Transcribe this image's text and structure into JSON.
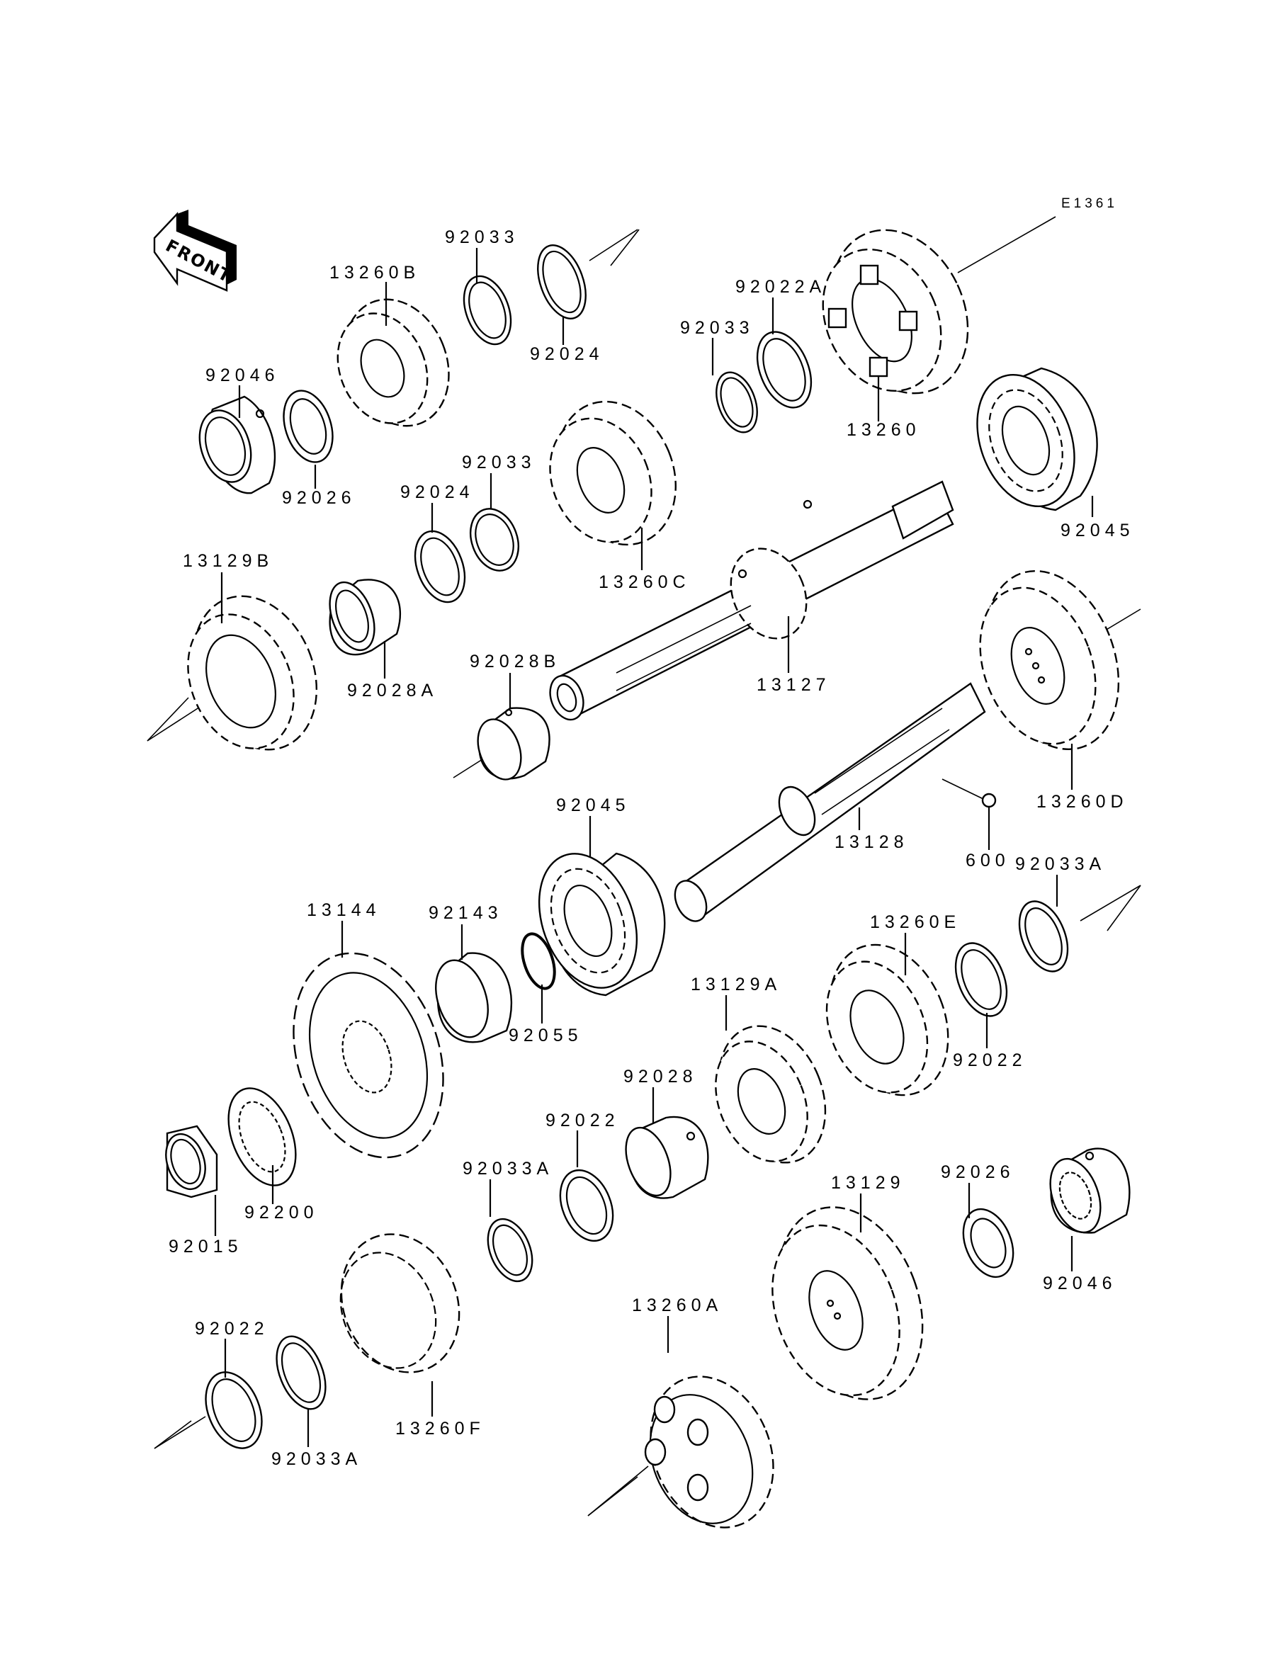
{
  "diagram": {
    "reference_code": "E1361",
    "front_indicator": "FRONT",
    "line_color": "#000000",
    "background_color": "#ffffff"
  },
  "callouts": [
    {
      "id": "c0",
      "label": "92033",
      "part": "circlip"
    },
    {
      "id": "c1",
      "label": "13260B",
      "part": "gear"
    },
    {
      "id": "c2",
      "label": "92024",
      "part": "washer"
    },
    {
      "id": "c3",
      "label": "92046",
      "part": "bushing"
    },
    {
      "id": "c4",
      "label": "92026",
      "part": "washer"
    },
    {
      "id": "c5",
      "label": "92022A",
      "part": "washer"
    },
    {
      "id": "c6",
      "label": "92033",
      "part": "circlip"
    },
    {
      "id": "c7",
      "label": "13260",
      "part": "gear"
    },
    {
      "id": "c8",
      "label": "92045",
      "part": "bearing"
    },
    {
      "id": "c9",
      "label": "92033",
      "part": "circlip"
    },
    {
      "id": "c10",
      "label": "92024",
      "part": "washer"
    },
    {
      "id": "c11",
      "label": "13260C",
      "part": "gear"
    },
    {
      "id": "c12",
      "label": "13129B",
      "part": "gear"
    },
    {
      "id": "c13",
      "label": "92028A",
      "part": "bushing"
    },
    {
      "id": "c14",
      "label": "92028B",
      "part": "bushing"
    },
    {
      "id": "c15",
      "label": "13127",
      "part": "shaft"
    },
    {
      "id": "c16",
      "label": "13260D",
      "part": "gear"
    },
    {
      "id": "c17",
      "label": "92045",
      "part": "bearing"
    },
    {
      "id": "c18",
      "label": "13128",
      "part": "shaft"
    },
    {
      "id": "c19",
      "label": "600",
      "part": "ball"
    },
    {
      "id": "c20",
      "label": "92033A",
      "part": "circlip"
    },
    {
      "id": "c21",
      "label": "13144",
      "part": "sprocket"
    },
    {
      "id": "c22",
      "label": "92143",
      "part": "collar"
    },
    {
      "id": "c23",
      "label": "92055",
      "part": "o-ring"
    },
    {
      "id": "c24",
      "label": "13260E",
      "part": "gear"
    },
    {
      "id": "c25",
      "label": "13129A",
      "part": "gear"
    },
    {
      "id": "c26",
      "label": "92022",
      "part": "washer"
    },
    {
      "id": "c27",
      "label": "92028",
      "part": "bushing"
    },
    {
      "id": "c28",
      "label": "92022",
      "part": "washer"
    },
    {
      "id": "c29",
      "label": "92200",
      "part": "washer"
    },
    {
      "id": "c30",
      "label": "92015",
      "part": "nut"
    },
    {
      "id": "c31",
      "label": "92033A",
      "part": "circlip"
    },
    {
      "id": "c32",
      "label": "13129",
      "part": "gear"
    },
    {
      "id": "c33",
      "label": "92026",
      "part": "washer"
    },
    {
      "id": "c34",
      "label": "92046",
      "part": "bushing"
    },
    {
      "id": "c35",
      "label": "92022",
      "part": "washer"
    },
    {
      "id": "c36",
      "label": "92033A",
      "part": "circlip"
    },
    {
      "id": "c37",
      "label": "13260F",
      "part": "gear"
    },
    {
      "id": "c38",
      "label": "13260A",
      "part": "gear"
    }
  ]
}
